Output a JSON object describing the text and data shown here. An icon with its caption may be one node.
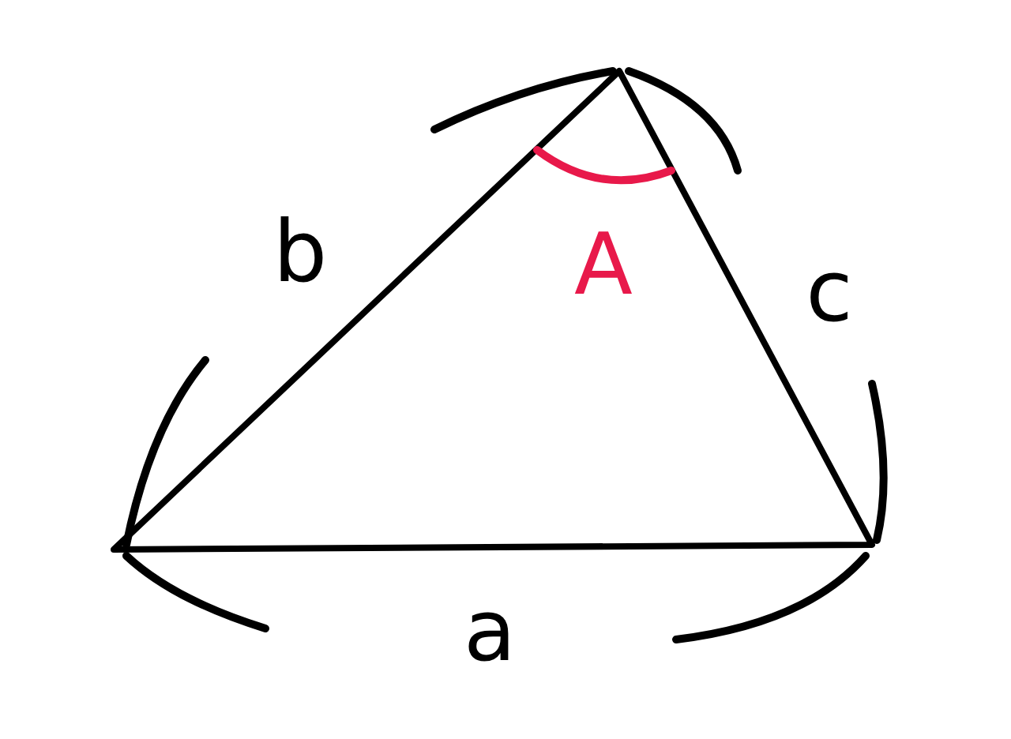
{
  "diagram": {
    "labels": [
      "b",
      "A",
      "c",
      "a"
    ]
  }
}
